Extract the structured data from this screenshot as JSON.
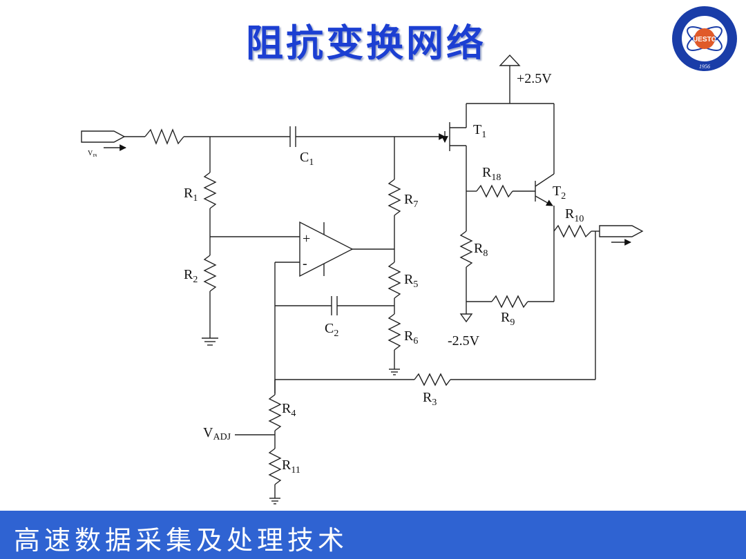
{
  "title": "阻抗变换网络",
  "footer": "高速数据采集及处理技术",
  "logo": {
    "text": "UESTC",
    "year": "1956"
  },
  "diagram": {
    "supply_pos": "+2.5V",
    "supply_neg": "-2.5V",
    "vin": {
      "main": "V",
      "sub": "IN"
    },
    "vadj": {
      "main": "V",
      "sub": "ADJ"
    },
    "opamp_plus": "+",
    "opamp_minus": "-",
    "components": {
      "R1": {
        "main": "R",
        "sub": "1"
      },
      "R2": {
        "main": "R",
        "sub": "2"
      },
      "R3": {
        "main": "R",
        "sub": "3"
      },
      "R4": {
        "main": "R",
        "sub": "4"
      },
      "R5": {
        "main": "R",
        "sub": "5"
      },
      "R6": {
        "main": "R",
        "sub": "6"
      },
      "R7": {
        "main": "R",
        "sub": "7"
      },
      "R8": {
        "main": "R",
        "sub": "8"
      },
      "R9": {
        "main": "R",
        "sub": "9"
      },
      "R10": {
        "main": "R",
        "sub": "10"
      },
      "R11": {
        "main": "R",
        "sub": "11"
      },
      "R18": {
        "main": "R",
        "sub": "18"
      },
      "C1": {
        "main": "C",
        "sub": "1"
      },
      "C2": {
        "main": "C",
        "sub": "2"
      },
      "T1": {
        "main": "T",
        "sub": "1"
      },
      "T2": {
        "main": "T",
        "sub": "2"
      }
    }
  }
}
